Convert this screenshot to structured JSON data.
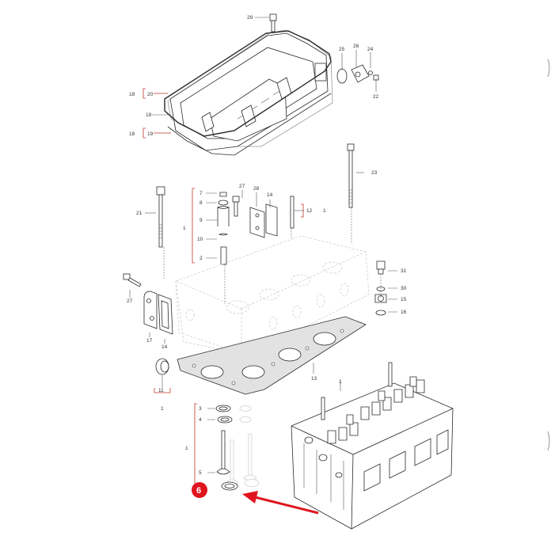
{
  "callouts": {
    "c29": "29",
    "c25": "25",
    "c26": "26",
    "c24": "24",
    "c22": "22",
    "c18a": "18",
    "c20": "20",
    "c18b": "18",
    "c18c": "18",
    "c19": "19",
    "c23": "23",
    "c21": "21",
    "c7": "7",
    "c8": "8",
    "c9": "9",
    "c10": "10",
    "c2": "2",
    "c1a": "1",
    "c27a": "27",
    "c28": "28",
    "c14a": "14",
    "c12": "12",
    "c1b": "1",
    "c31": "31",
    "c30": "30",
    "c15": "15",
    "c16": "16",
    "c27b": "27",
    "c17": "17",
    "c14b": "14",
    "c11": "11",
    "c1c": "1",
    "c13": "13",
    "c1d": "1",
    "c3": "3",
    "c4": "4",
    "c1e": "1",
    "c5": "5"
  },
  "highlight": {
    "badge": "6",
    "color": "#e0141e"
  }
}
